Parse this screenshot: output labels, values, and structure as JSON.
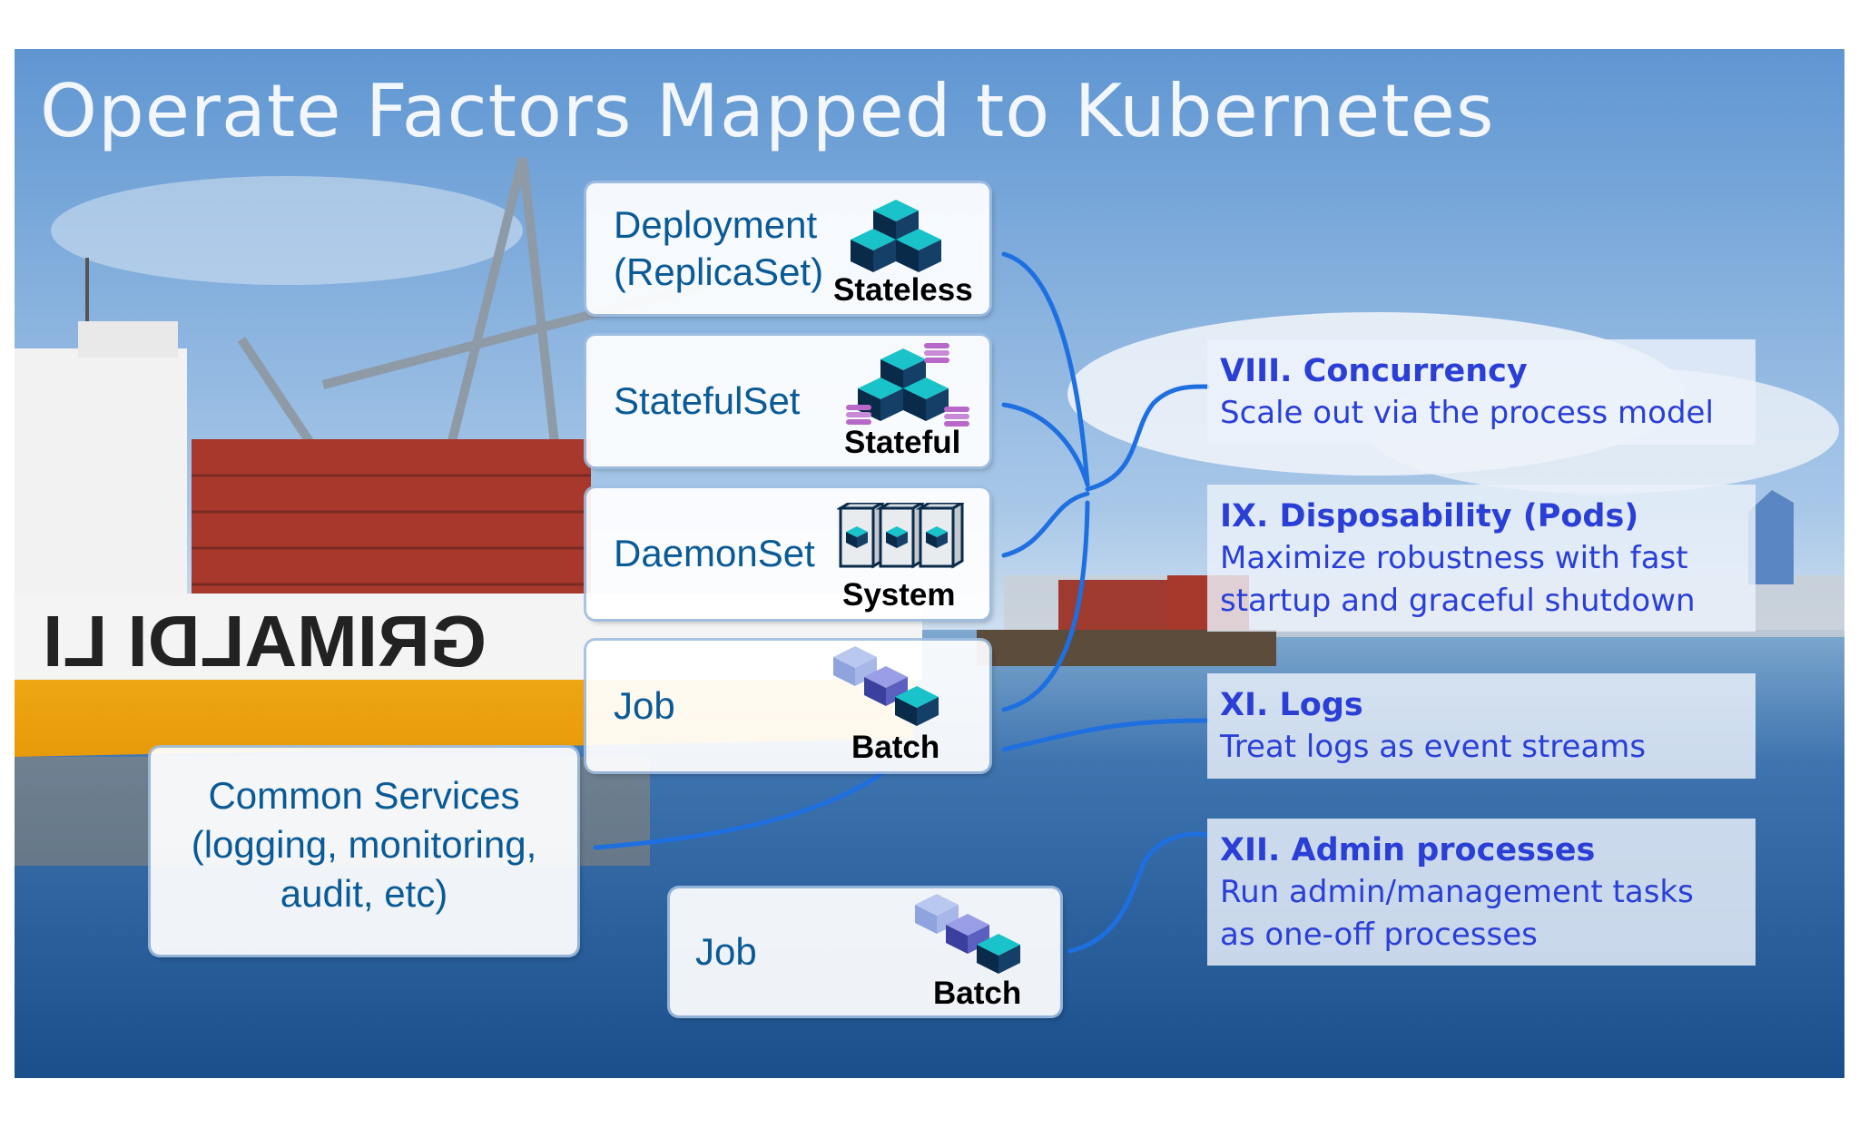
{
  "title": "Operate Factors Mapped to Kubernetes",
  "workloads": [
    {
      "label_lines": [
        "Deployment",
        "(ReplicaSet)"
      ],
      "tag": "Stateless",
      "icon": "stacked-cubes-icon"
    },
    {
      "label_lines": [
        "StatefulSet"
      ],
      "tag": "Stateful",
      "icon": "cubes-with-disks-icon"
    },
    {
      "label_lines": [
        "DaemonSet"
      ],
      "tag": "System",
      "icon": "server-nodes-icon"
    },
    {
      "label_lines": [
        "Job"
      ],
      "tag": "Batch",
      "icon": "batch-cubes-icon"
    },
    {
      "label_lines": [
        "Job"
      ],
      "tag": "Batch",
      "icon": "batch-cubes-icon"
    }
  ],
  "common_services": {
    "lines": [
      "Common Services",
      "(logging, monitoring,",
      "audit, etc)"
    ]
  },
  "factors": [
    {
      "title": "VIII. Concurrency",
      "desc": [
        "Scale out via the process model"
      ]
    },
    {
      "title": "IX. Disposability (Pods)",
      "desc": [
        "Maximize robustness with fast",
        "startup and graceful shutdown"
      ]
    },
    {
      "title": "XI. Logs",
      "desc": [
        "Treat logs as event streams"
      ]
    },
    {
      "title": "XII. Admin processes",
      "desc": [
        "Run admin/management tasks",
        "as one-off processes"
      ]
    }
  ],
  "colors": {
    "connector": "#1e6fe0",
    "factor_text": "#2a3fd6",
    "workload_text": "#0a5a96",
    "teal": "#19c3c9",
    "navy": "#0a2a4a",
    "lavender": "#9a9ee6",
    "disk": "#b868c8"
  }
}
